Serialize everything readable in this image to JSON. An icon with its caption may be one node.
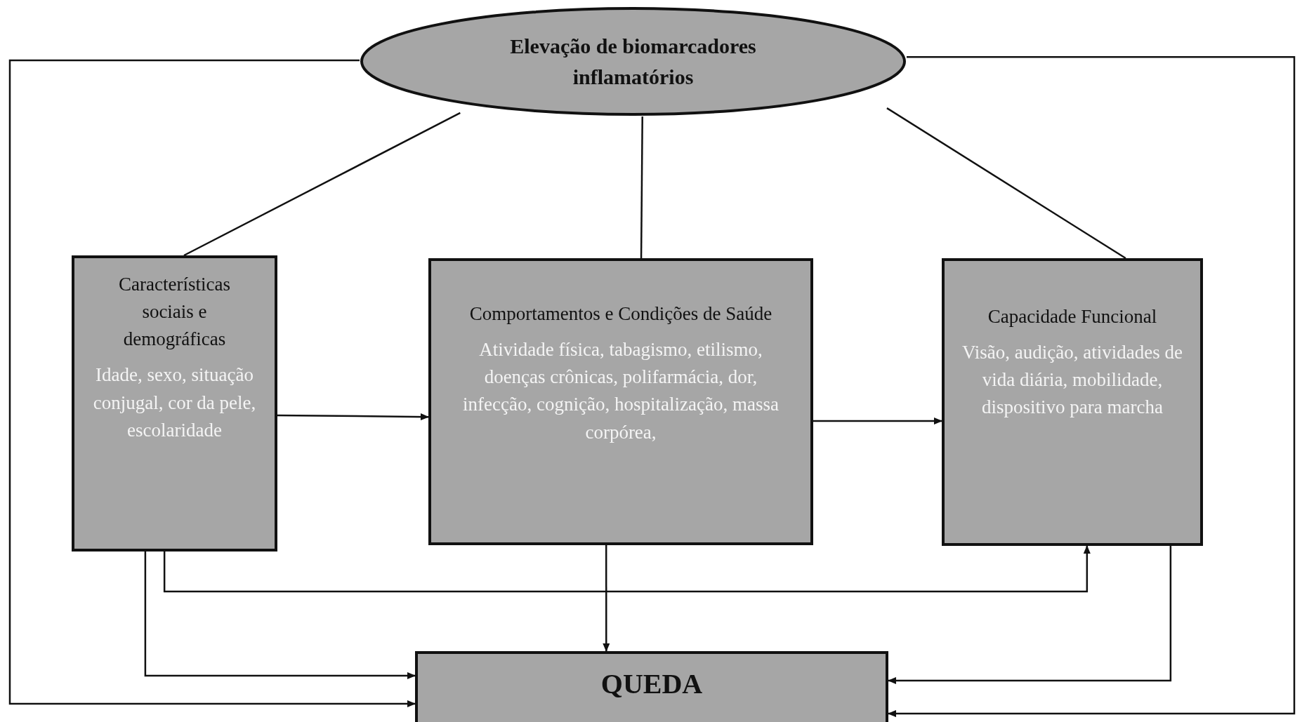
{
  "diagram": {
    "nodes": [
      {
        "text": [
          "Elevação de biomarcadores inflamatórios"
        ]
      },
      {
        "text": [
          "Características sociais e demográficas",
          "Idade, sexo, situação  conjugal, cor da pele, escolaridade"
        ]
      },
      {
        "text": [
          "Comportamentos e Condições de Saúde",
          "Atividade física, tabagismo, etilismo, doenças crônicas, polifarmácia, dor, infecção, cognição, hospitalização, massa corpórea,"
        ]
      },
      {
        "text": [
          "Capacidade Funcional",
          "Visão, audição, atividades de vida diária, mobilidade, dispositivo para marcha"
        ]
      },
      {
        "text": [
          "QUEDA"
        ]
      }
    ],
    "edges": [
      {
        "from": 0,
        "to": 1,
        "arrow": "none"
      },
      {
        "from": 0,
        "to": 2,
        "arrow": "none"
      },
      {
        "from": 0,
        "to": 3,
        "arrow": "none"
      },
      {
        "from": 1,
        "to": 2,
        "arrow": "to"
      },
      {
        "from": 2,
        "to": 3,
        "arrow": "to"
      },
      {
        "from": 1,
        "to": 3,
        "arrow": "to"
      },
      {
        "from": 2,
        "to": 4,
        "arrow": "to"
      },
      {
        "from": 1,
        "to": 4,
        "arrow": "to"
      },
      {
        "from": 3,
        "to": 4,
        "arrow": "to"
      },
      {
        "from": 0,
        "to": 4,
        "arrow": "to"
      },
      {
        "from": 0,
        "to": 4,
        "arrow": "to"
      }
    ]
  }
}
